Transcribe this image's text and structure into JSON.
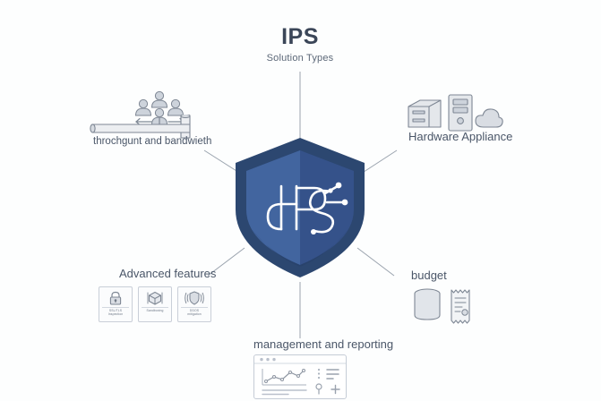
{
  "diagram": {
    "title": "IPS",
    "subtitle": "Solution Types",
    "background_color": "#fdfefe",
    "connector_color": "#9aa3ae",
    "label_color": "#4a5668"
  },
  "center": {
    "name": "shield-logo",
    "monogram": "IPS",
    "colors": {
      "outer_border": "#2c4770",
      "face_left": "#42659f",
      "face_right": "#35528a",
      "rim_shadow": "#28406a",
      "monogram": "#ffffff"
    }
  },
  "nodes": [
    {
      "id": "throughput",
      "label": "throchgunt and bandwieth",
      "icons": [
        "users-group-icon",
        "bidirectional-arrow-icon",
        "pipe-icon"
      ]
    },
    {
      "id": "hardware",
      "label": "Hardware Appliance",
      "icons": [
        "server-box-icon",
        "tower-server-icon",
        "cloud-icon"
      ]
    },
    {
      "id": "budget",
      "label": "budget",
      "icons": [
        "database-coins-icon",
        "receipt-icon"
      ]
    },
    {
      "id": "management",
      "label": "management and reporting",
      "icons": [
        "dashboard-window-icon",
        "line-chart-icon",
        "list-icon"
      ]
    },
    {
      "id": "advanced",
      "label": "Advanced features",
      "cards": [
        {
          "id": "ssl-tls",
          "caption_line1": "SSL/TLS",
          "caption_line2": "Inspection",
          "icon": "lock-icon"
        },
        {
          "id": "sandboxing",
          "caption_line1": "Sandboxing",
          "caption_line2": "",
          "icon": "cube-icon"
        },
        {
          "id": "ddos",
          "caption_line1": "DDOS",
          "caption_line2": "mitigation",
          "icon": "shield-waves-icon"
        }
      ]
    }
  ]
}
